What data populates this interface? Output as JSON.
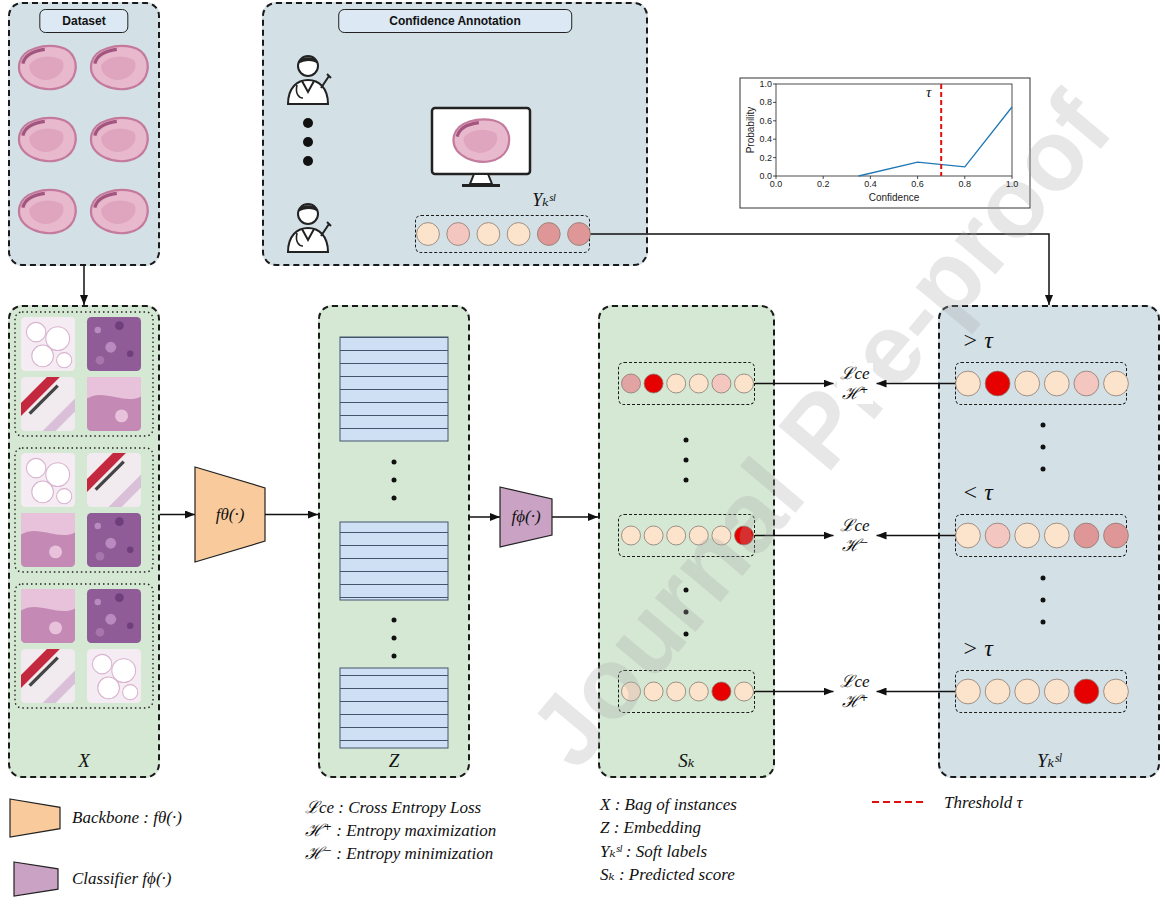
{
  "diagram": {
    "nodes": [
      {
        "text": [
          "Dataset"
        ]
      },
      {
        "text": [
          "Confidence Annotation"
        ]
      },
      {
        "text": [
          "Yₖˢˡ"
        ],
        "in": 1
      },
      {
        "text": [
          "X"
        ]
      },
      {
        "text": [
          "fθ(·)"
        ]
      },
      {
        "text": [
          "Z"
        ]
      },
      {
        "text": [
          "fϕ(·)"
        ]
      },
      {
        "text": [
          "Sₖ"
        ]
      },
      {
        "text": [],
        "in": 7
      },
      {
        "text": [],
        "in": 7
      },
      {
        "text": [],
        "in": 7
      },
      {
        "text": [
          "Yₖˢˡ"
        ]
      },
      {
        "text": [
          "> τ"
        ],
        "in": 11
      },
      {
        "text": [
          "< τ"
        ],
        "in": 11
      },
      {
        "text": [
          "> τ"
        ],
        "in": 11
      }
    ],
    "edges": [
      {
        "from": 0,
        "to": 3,
        "arrow": "to"
      },
      {
        "from": 2,
        "to": 11,
        "arrow": "to"
      },
      {
        "from": 3,
        "to": 4,
        "arrow": "to"
      },
      {
        "from": 4,
        "to": 5,
        "arrow": "to"
      },
      {
        "from": 5,
        "to": 6,
        "arrow": "to"
      },
      {
        "from": 6,
        "to": 7,
        "arrow": "to"
      },
      {
        "from": 8,
        "to": 12,
        "label": "ℒce ℋ⁺",
        "arrow": "none"
      },
      {
        "from": 9,
        "to": 13,
        "label": "ℒce ℋ⁻",
        "arrow": "none"
      },
      {
        "from": 10,
        "to": 14,
        "label": "ℒce ℋ⁺",
        "arrow": "none"
      }
    ],
    "labels": [
      "Probability",
      "Confidence",
      "τ",
      "0.0",
      "0.2",
      "0.4",
      "0.6",
      "0.8",
      "1.0",
      "0.0",
      "0.2",
      "0.4",
      "0.6",
      "0.8",
      "1.0",
      "ℒce : Cross Entropy Loss",
      "ℋ⁺ : Entropy maximization",
      "ℋ⁻ : Entropy minimization",
      "X : Bag of instances",
      "Z : Embedding",
      "Yₖˢˡ : Soft labels",
      "Sₖ : Predicted score",
      "Journal Pre-proof"
    ],
    "legend": [
      {
        "text": "Backbone : fθ(·)",
        "color": "#f9cb9c"
      },
      {
        "text": "Classifier fϕ(·)",
        "color": "#c9a2c4"
      },
      {
        "text": "Threshold τ"
      }
    ]
  }
}
